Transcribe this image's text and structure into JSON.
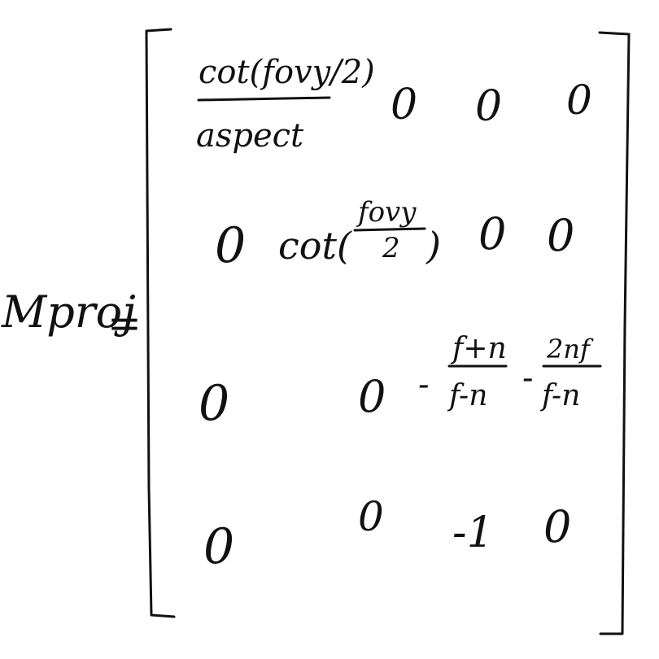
{
  "equation": {
    "lhs": "Mproj",
    "equals": "=",
    "matrix": {
      "rows": [
        [
          {
            "num": "cot(fovy/2)",
            "den": "aspect"
          },
          {
            "text": "0"
          },
          {
            "text": "0"
          },
          {
            "text": "0"
          }
        ],
        [
          {
            "text": "0"
          },
          {
            "prefix": "cot(",
            "num": "fovy",
            "den": "2",
            "suffix": ")"
          },
          {
            "text": "0"
          },
          {
            "text": "0"
          }
        ],
        [
          {
            "text": "0"
          },
          {
            "text": "0"
          },
          {
            "sign": "-",
            "num": "f+n",
            "den": "f-n"
          },
          {
            "sign": "-",
            "num": "2nf",
            "den": "f-n"
          }
        ],
        [
          {
            "text": "0"
          },
          {
            "text": "0"
          },
          {
            "text": "-1"
          },
          {
            "text": "0"
          }
        ]
      ]
    }
  }
}
